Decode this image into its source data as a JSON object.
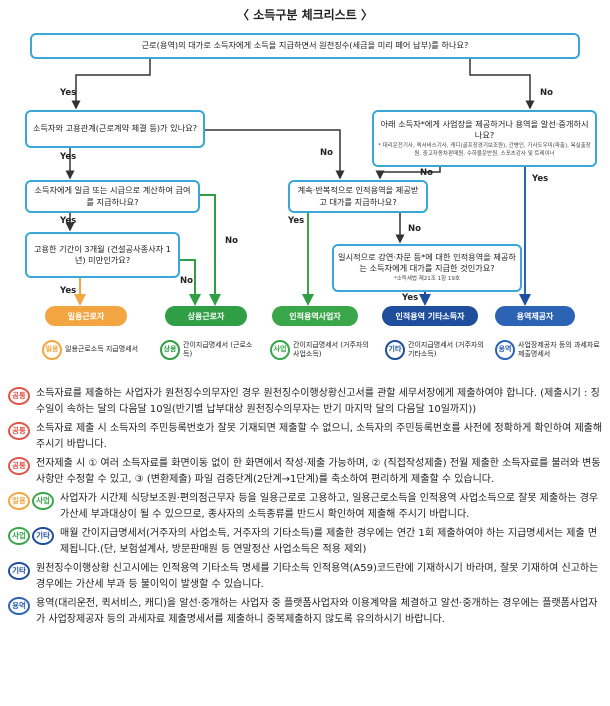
{
  "title": "〈 소득구분 체크리스트 〉",
  "chart": {
    "q1": "근로(용역)의 대가로 소득자에게 소득을 지급하면서 원천징수(세금을 미리 떼어 납부)를 하나요?",
    "q2": "소득자와 고용관계(근로계약 체결 등)가 있나요?",
    "q3": "소득자에게 일급 또는 시급으로 계산하여 급여를 지급하나요?",
    "q4": "고용한 기간이 3개월 (건설공사종사자 1년) 미만인가요?",
    "q5": "계속·반복적으로 인적용역을 제공받고 대가를 지급하나요?",
    "q6_title": "아래 소득자*에게 사업장을 제공하거나 용역을 알선·중개하시나요?",
    "q6_note": "* 대리운전기사, 퀵서비스기사, 캐디(골프장경기보조원), 간병인, 가사도우미(파출), 욕실출장원, 중고자동차판매원, 수하물운반원, 스포츠강사 및 트레이너",
    "q7_title": "일시적으로 강연·자문 등*에 대한 인적용역을 제공하는 소득자에게 대가를 지급한 것인가요?",
    "q7_note": "*소득세법 제21조 1항 19호",
    "yes": "Yes",
    "no": "No",
    "results": [
      {
        "pill": "일용근로자",
        "badge": "일용",
        "desc": "일용근로소득 지급명세서",
        "color": "#f2a541"
      },
      {
        "pill": "상용근로자",
        "badge": "상용",
        "desc": "간이지급명세서 (근로소득)",
        "color": "#2f9e44"
      },
      {
        "pill": "인적용역사업자",
        "badge": "사업",
        "desc": "간이지급명세서 (거주자의 사업소득)",
        "color": "#3aa64a"
      },
      {
        "pill": "인적용역 기타소득자",
        "badge": "기타",
        "desc": "간이지급명세서 (거주자의 기타소득)",
        "color": "#1f4e9c"
      },
      {
        "pill": "용역제공자",
        "badge": "용역",
        "desc": "사업장제공자 등의 과세자료 제출명세서",
        "color": "#2d63b5"
      }
    ]
  },
  "notes": [
    {
      "badges": [
        "공통"
      ],
      "text": "소득자료를 제출하는 사업자가 원천징수의무자인 경우 원천징수이행상황신고서를 관할 세무서장에게 제출하여야 합니다. (제출시기 : 징수일이 속하는 달의 다음달 10일(반기별 납부대상 원천징수의무자는 반기 마지막 달의 다음달 10일까지))"
    },
    {
      "badges": [
        "공통"
      ],
      "text": "소득자료 제출 시 소득자의 주민등록번호가 잘못 기재되면 제출할 수 없으니, 소득자의 주민등록번호를 사전에 정확하게 확인하여 제출해 주시기 바랍니다."
    },
    {
      "badges": [
        "공통"
      ],
      "text": "전자제출 시 ① 여러 소득자료를 화면이동 없이 한 화면에서 작성·제출 가능하며, ② (직접작성제출) 전월 제출한 소득자료를 불러와 변동사항만 수정할 수 있고, ③ (변환제출) 파일 검증단계(2단계→1단계)를 축소하여 편리하게 제출할 수 있습니다."
    },
    {
      "badges": [
        "일용",
        "사업"
      ],
      "text": "사업자가 시간제 식당보조원·편의점근무자 등을 일용근로로 고용하고, 일용근로소득을 인적용역 사업소득으로 잘못 제출하는 경우 가산세 부과대상이 될 수 있으므로, 종사자의 소득종류를 반드시 확인하여 제출해 주시기 바랍니다."
    },
    {
      "badges": [
        "사업",
        "기타"
      ],
      "text": "매월 간이지급명세서(거주자의 사업소득, 거주자의 기타소득)를 제출한 경우에는 연간 1회 제출하여야 하는 지급명세서는 제출 면제됩니다.(단, 보험설계사, 방문판매원 등 연말정산 사업소득은 적용 제외)"
    },
    {
      "badges": [
        "기타"
      ],
      "text": "원천징수이행상황 신고시에는 인적용역 기타소득 명세를 기타소득 인적용역(A59)코드란에 기재하시기 바라며, 잘못 기재하여 신고하는 경우에는 가산세 부과 등 불이익이 발생할 수 있습니다."
    },
    {
      "badges": [
        "용역"
      ],
      "text": "용역(대리운전, 퀵서비스, 캐디)을 알선·중개하는 사업자 중 플랫폼사업자와 이용계약을 체결하고 알선·중개하는 경우에는 플랫폼사업자가 사업장제공자 등의 과세자료 제출명세서를 제출하니 중복제출하지 않도록 유의하시기 바랍니다."
    }
  ],
  "colors": {
    "box_border": "#3aa7d8",
    "arrow_yes_green": "#3aa64a",
    "arrow_blue": "#1f4e9c",
    "badge_common": "#e0564a",
    "badge_ilyong": "#f2a541",
    "badge_sangyong": "#2f9e44",
    "badge_saeop": "#3aa64a",
    "badge_gita": "#1f4e9c",
    "badge_yongyeok": "#2d63b5"
  }
}
